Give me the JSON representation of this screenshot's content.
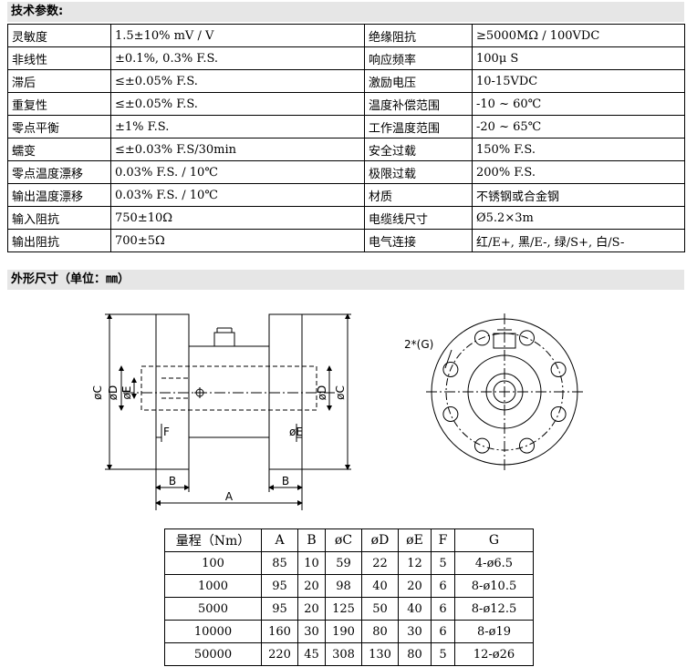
{
  "spec_section": {
    "title": "技术参数:"
  },
  "specs": [
    {
      "l1": "灵敏度",
      "v1": "1.5±10% mV / V",
      "l2": "绝缘阻抗",
      "v2": "≥5000MΩ / 100VDC"
    },
    {
      "l1": "非线性",
      "v1": "±0.1%, 0.3% F.S.",
      "l2": "响应频率",
      "v2": "100μ S"
    },
    {
      "l1": "滞后",
      "v1": "≤±0.05% F.S.",
      "l2": "激励电压",
      "v2": "10-15VDC"
    },
    {
      "l1": "重复性",
      "v1": "≤±0.05% F.S.",
      "l2": "温度补偿范围",
      "v2": "-10 ~ 60℃"
    },
    {
      "l1": "零点平衡",
      "v1": "±1% F.S.",
      "l2": "工作温度范围",
      "v2": "-20 ~ 65℃"
    },
    {
      "l1": "蠕变",
      "v1": "≤±0.03% F.S/30min",
      "l2": "安全过载",
      "v2": "150% F.S."
    },
    {
      "l1": "零点温度漂移",
      "v1": "0.03% F.S. / 10℃",
      "l2": "极限过载",
      "v2": "200% F.S."
    },
    {
      "l1": "输出温度漂移",
      "v1": "0.03% F.S. / 10℃",
      "l2": "材质",
      "v2": "不锈钢或合金钢"
    },
    {
      "l1": "输入阻抗",
      "v1": "750±10Ω",
      "l2": "电缆线尺寸",
      "v2": "Ø5.2×3m"
    },
    {
      "l1": "输出阻抗",
      "v1": "700±5Ω",
      "l2": "电气连接",
      "v2": "红/E+, 黑/E-, 绿/S+, 白/S-"
    }
  ],
  "dim_section": {
    "title": "外形尺寸（单位：㎜）"
  },
  "drawing": {
    "side": {
      "A": "A",
      "B": "B",
      "C": "øC",
      "D": "øD",
      "E": "øE",
      "F": "F"
    },
    "front": {
      "G": "2*(G)"
    }
  },
  "dims": {
    "headers": [
      "量程（Nm）",
      "A",
      "B",
      "øC",
      "øD",
      "øE",
      "F",
      "G"
    ],
    "rows": [
      [
        "100",
        "85",
        "10",
        "59",
        "22",
        "12",
        "5",
        "4-ø6.5"
      ],
      [
        "1000",
        "95",
        "20",
        "98",
        "40",
        "20",
        "6",
        "8-ø10.5"
      ],
      [
        "5000",
        "95",
        "20",
        "125",
        "50",
        "40",
        "6",
        "8-ø12.5"
      ],
      [
        "10000",
        "160",
        "30",
        "190",
        "80",
        "30",
        "6",
        "8-ø19"
      ],
      [
        "50000",
        "220",
        "45",
        "308",
        "130",
        "80",
        "5",
        "12-ø26"
      ]
    ]
  }
}
